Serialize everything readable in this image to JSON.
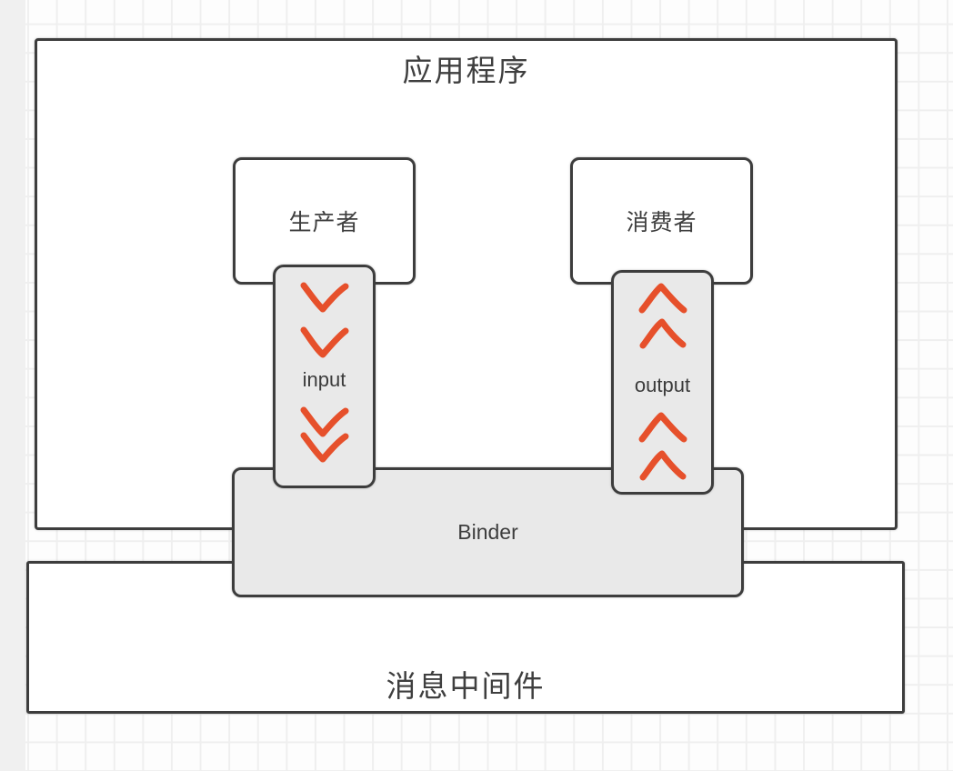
{
  "diagram": {
    "nodes": {
      "application": {
        "label": "应用程序"
      },
      "producer": {
        "label": "生产者"
      },
      "consumer": {
        "label": "消费者"
      },
      "input_channel": {
        "label": "input",
        "direction": "down",
        "icons": [
          "down-chevron",
          "down-chevron",
          "double-down-chevron"
        ]
      },
      "output_channel": {
        "label": "output",
        "direction": "up",
        "icons": [
          "up-chevron",
          "up-chevron",
          "up-chevron",
          "up-chevron"
        ]
      },
      "binder": {
        "label": "Binder"
      },
      "middleware": {
        "label": "消息中间件"
      }
    },
    "colors": {
      "arrow": "#E6502B",
      "border": "#3D3D3D",
      "channel_fill": "#E9E9E9",
      "node_fill": "#FFFFFF",
      "text": "#3F3F3F",
      "canvas_margin": "#F0F0F0",
      "grid_line": "#EFEFEF"
    }
  }
}
